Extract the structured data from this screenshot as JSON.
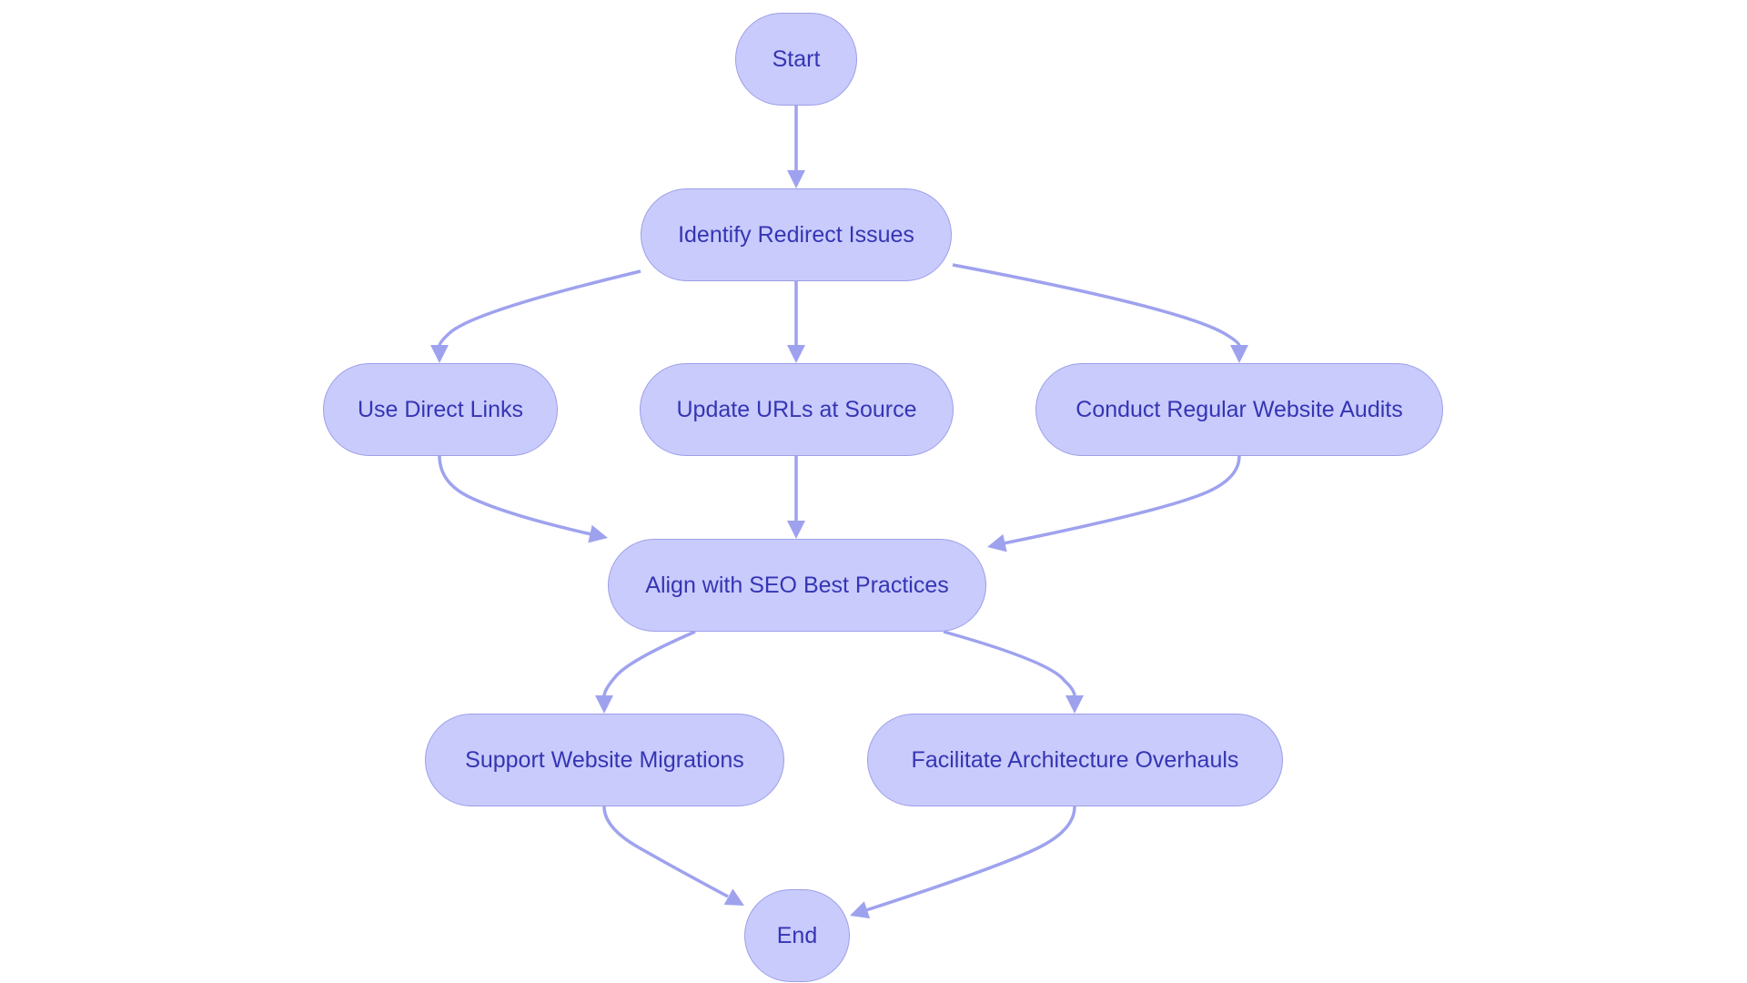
{
  "diagram": {
    "type": "flowchart",
    "colors": {
      "node_fill": "#c9cbfc",
      "node_border": "#9d9fe8",
      "node_text": "#3535b3",
      "edge": "#9ea2ee"
    },
    "nodes": {
      "start": "Start",
      "identify": "Identify Redirect Issues",
      "direct_links": "Use Direct Links",
      "update_urls": "Update URLs at Source",
      "audits": "Conduct Regular Website Audits",
      "align_seo": "Align with SEO Best Practices",
      "migrations": "Support Website Migrations",
      "architecture": "Facilitate Architecture Overhauls",
      "end": "End"
    },
    "edges": [
      {
        "from": "start",
        "to": "identify"
      },
      {
        "from": "identify",
        "to": "direct_links"
      },
      {
        "from": "identify",
        "to": "update_urls"
      },
      {
        "from": "identify",
        "to": "audits"
      },
      {
        "from": "direct_links",
        "to": "align_seo"
      },
      {
        "from": "update_urls",
        "to": "align_seo"
      },
      {
        "from": "audits",
        "to": "align_seo"
      },
      {
        "from": "align_seo",
        "to": "migrations"
      },
      {
        "from": "align_seo",
        "to": "architecture"
      },
      {
        "from": "migrations",
        "to": "end"
      },
      {
        "from": "architecture",
        "to": "end"
      }
    ]
  }
}
